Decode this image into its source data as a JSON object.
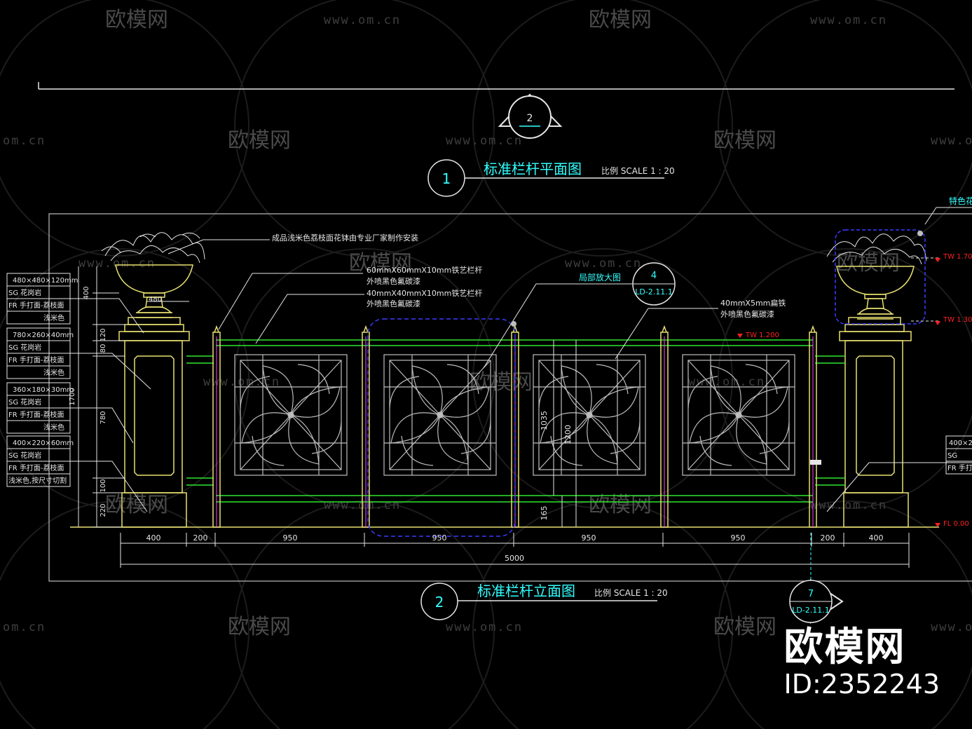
{
  "watermark": {
    "brand": "欧模网",
    "url": "www.om.cn",
    "url_partial": "om.cn"
  },
  "plan_view": {
    "marker_number": "1",
    "title": "标准栏杆平面图",
    "scale": "比例 SCALE 1 : 20",
    "section_marker_number": "2"
  },
  "elevation_view": {
    "marker_number": "2",
    "title": "标准栏杆立面图",
    "scale": "比例 SCALE 1 : 20"
  },
  "detail_callout": {
    "label": "局部放大图",
    "number": "4",
    "sheet": "LD-2.11.1"
  },
  "section_callout": {
    "number": "7",
    "sheet": "LD-2.11.1"
  },
  "annotations": {
    "planter": "成品浅米色荔枝面花钵由专业厂家制作安装",
    "post_60": [
      "60mmX60mmX10mm铁艺栏杆",
      "外喷黑色氟碳漆"
    ],
    "post_40": [
      "40mmX40mmX10mm铁艺栏杆",
      "外喷黑色氟碳漆"
    ],
    "flat_iron": [
      "40mmX5mm扁铁",
      "外喷黑色氟碳漆"
    ],
    "feature_planter": "特色花"
  },
  "material_tags": [
    [
      "480×480×120mm",
      "SG 花岗岩",
      "FR 手打面-荔枝面",
      "浅米色"
    ],
    [
      "780×260×40mm",
      "SG 花岗岩",
      "FR 手打面-荔枝面",
      "浅米色"
    ],
    [
      "360×180×30mm",
      "SG 花岗岩",
      "FR 手打面-荔枝面",
      "浅米色"
    ],
    [
      "400×220×60mm",
      "SG 花岗岩",
      "FR 手打面-荔枝面",
      "浅米色,按尺寸切割"
    ]
  ],
  "material_tag_right": [
    "400×2",
    "SG",
    "FR 手打"
  ],
  "elevations": {
    "tw_170": "TW 1.70",
    "tw_130": "TW 1.30",
    "tw_120": "TW 1.200",
    "fl": "FL 0.00"
  },
  "dimensions": {
    "horizontal": [
      "400",
      "200",
      "950",
      "950",
      "950",
      "950",
      "200",
      "400"
    ],
    "total": "5000",
    "vertical_left": [
      "400",
      "120",
      "80",
      "780",
      "100",
      "220"
    ],
    "overall_height": "1700",
    "pier_cap_width": "480",
    "panel_heights": [
      "1035",
      "1200",
      "165"
    ]
  },
  "brand_stamp": {
    "name": "欧模网",
    "id": "ID:2352243"
  },
  "colors": {
    "background": "#000000",
    "cad_yellow": "#e8e070",
    "cad_green": "#2ee62e",
    "cad_cyan": "#33ffff",
    "cad_white": "#e6e6e6",
    "cad_red": "#ff2020",
    "cad_magenta": "#ff40ff",
    "cad_blue": "#3a3aff",
    "cad_grey": "#bdbdbd"
  }
}
